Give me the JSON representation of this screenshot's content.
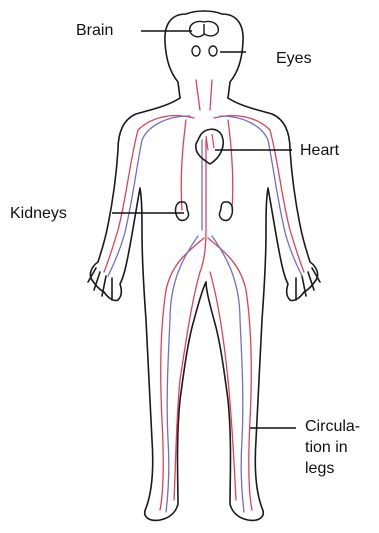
{
  "labels": {
    "brain": "Brain",
    "eyes": "Eyes",
    "heart": "Heart",
    "kidneys": "Kidneys",
    "legs": "Circula-\ntion in\nlegs"
  },
  "colors": {
    "outline": "#1a1a1a",
    "artery": "#e0405a",
    "vein": "#6f6fc8",
    "leader": "#111111"
  }
}
